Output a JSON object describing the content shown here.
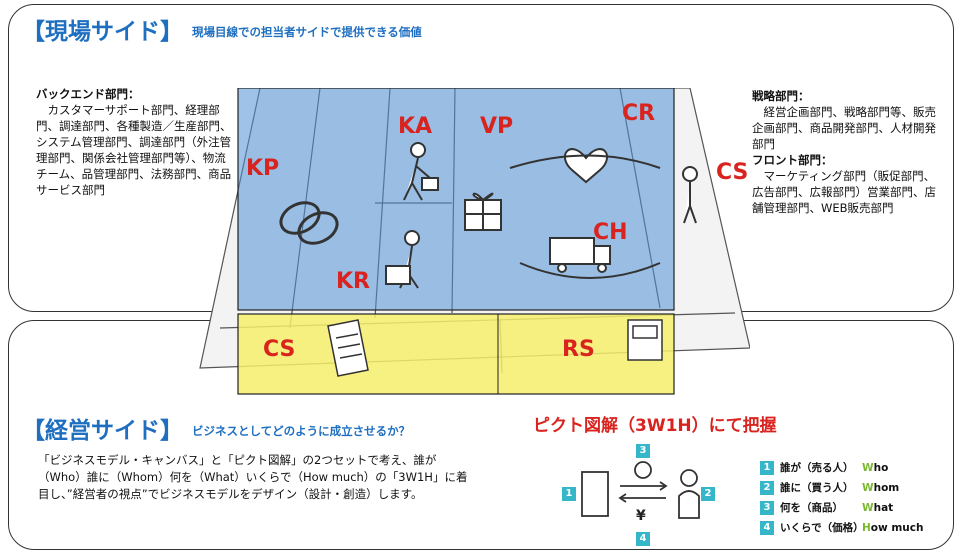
{
  "top": {
    "title": "【現場サイド】",
    "subtitle": "現場目線での担当者サイドで提供できる価値"
  },
  "left_text": {
    "heading": "バックエンド部門：",
    "body": "カスタマーサポート部門、経理部門、調達部門、各種製造／生産部門、システム管理部門、調達部門（外注管理部門、関係会社管理部門等）、物流チーム、品管理部門、法務部門、商品サービス部門"
  },
  "right_text": {
    "heading1": "戦略部門：",
    "body1": "経営企画部門、戦略部門等、販売企画部門、商品開発部門、人材開発部門",
    "heading2": "フロント部門：",
    "body2": "マーケティング部門（販促部門、広告部門、広報部門）営業部門、店舗管理部門、WEB販売部門"
  },
  "canvas": {
    "kp": "KP",
    "ka": "KA",
    "kr": "KR",
    "vp": "VP",
    "cr": "CR",
    "ch": "CH",
    "cs_right": "CS",
    "cs_bottom": "CS",
    "rs": "RS"
  },
  "bottom": {
    "title": "【経営サイド】",
    "subtitle": "ビジネスとしてどのように成立させるか？",
    "paragraph": "「ビジネスモデル・キャンバス」と「ピクト図解」の2つセットで考え、誰が（Who）誰に（Whom）何を（What）いくらで（How much）の「3W1H」に着目し、”経営者の視点”でビジネスモデルをデザイン（設計・創造）します。"
  },
  "pict": {
    "title": "ピクト図解（3W1H）にて把握",
    "yen": "¥",
    "numbers": [
      "1",
      "2",
      "3",
      "4"
    ],
    "legend": [
      {
        "num": "1",
        "ja": "誰が（売る人）",
        "en_first": "W",
        "en_rest": "ho"
      },
      {
        "num": "2",
        "ja": "誰に（買う人）",
        "en_first": "W",
        "en_rest": "hom"
      },
      {
        "num": "3",
        "ja": "何を（商品）",
        "en_first": "W",
        "en_rest": "hat"
      },
      {
        "num": "4",
        "ja": "いくらで（価格）",
        "en_first": "H",
        "en_rest": "ow much"
      }
    ]
  },
  "colors": {
    "blue_overlay": "#4f8fd6",
    "yellow_overlay": "#f4ee6a",
    "title_blue": "#1f6fc0",
    "accent_red": "#d9231f",
    "badge_teal": "#35b6c9"
  }
}
